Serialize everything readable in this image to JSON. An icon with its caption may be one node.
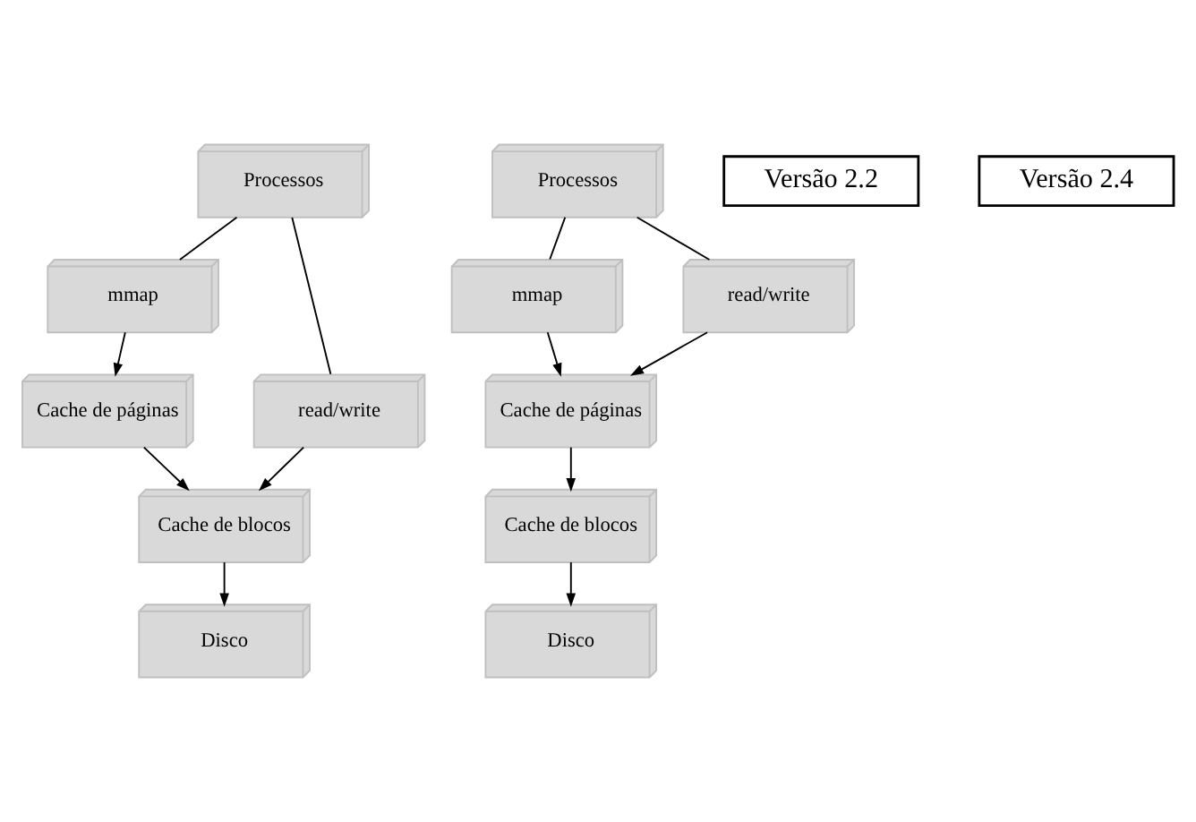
{
  "diagram": {
    "nodes": [
      {
        "text": [
          "Processos"
        ]
      },
      {
        "text": [
          "mmap"
        ]
      },
      {
        "text": [
          "read/write"
        ]
      },
      {
        "text": [
          "Cache de páginas"
        ]
      },
      {
        "text": [
          "Cache de blocos"
        ]
      },
      {
        "text": [
          "Disco"
        ]
      },
      {
        "text": [
          "Processos"
        ]
      },
      {
        "text": [
          "mmap"
        ]
      },
      {
        "text": [
          "read/write"
        ]
      },
      {
        "text": [
          "Cache de páginas"
        ]
      },
      {
        "text": [
          "Cache de blocos"
        ]
      },
      {
        "text": [
          "Disco"
        ]
      },
      {
        "text": [
          "Versão 2.2"
        ]
      },
      {
        "text": [
          "Versão 2.4"
        ]
      }
    ],
    "edges": [
      {
        "from": 0,
        "to": 1,
        "arrow": "none"
      },
      {
        "from": 0,
        "to": 2,
        "arrow": "none"
      },
      {
        "from": 1,
        "to": 3,
        "arrow": "to"
      },
      {
        "from": 3,
        "to": 4,
        "arrow": "to"
      },
      {
        "from": 2,
        "to": 4,
        "arrow": "to"
      },
      {
        "from": 4,
        "to": 5,
        "arrow": "to"
      },
      {
        "from": 6,
        "to": 7,
        "arrow": "none"
      },
      {
        "from": 6,
        "to": 8,
        "arrow": "none"
      },
      {
        "from": 7,
        "to": 9,
        "arrow": "to"
      },
      {
        "from": 8,
        "to": 9,
        "arrow": "to"
      },
      {
        "from": 9,
        "to": 10,
        "arrow": "to"
      },
      {
        "from": 10,
        "to": 11,
        "arrow": "to"
      }
    ]
  }
}
